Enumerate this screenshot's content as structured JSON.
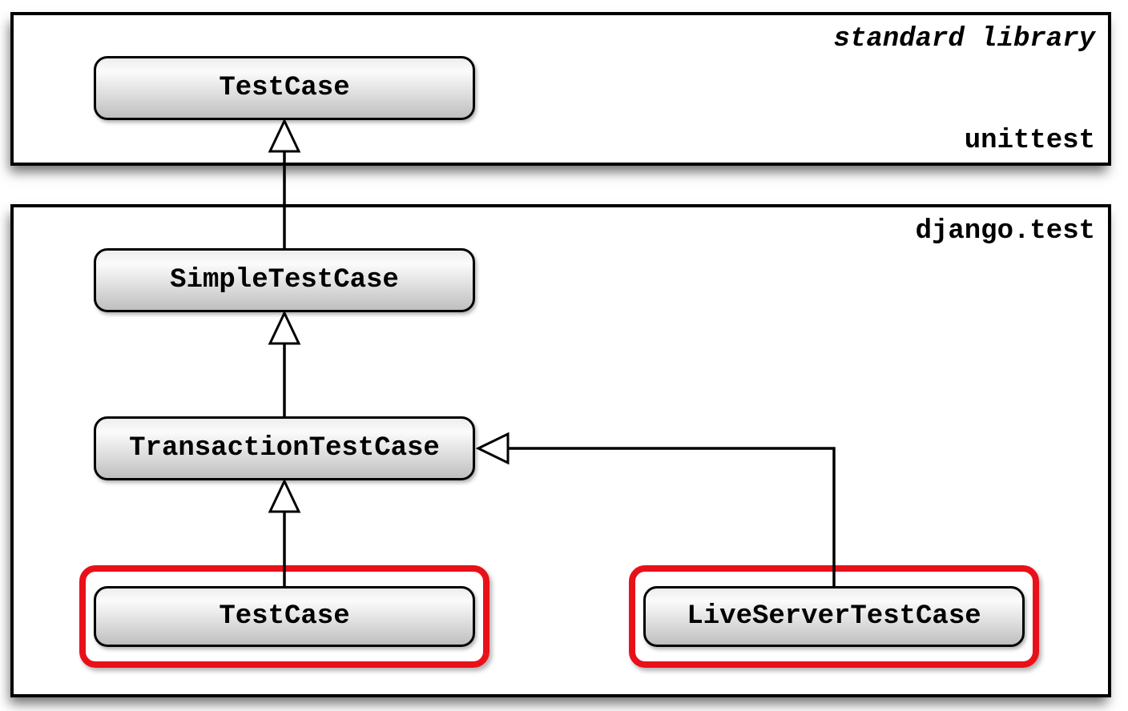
{
  "diagram": {
    "packages": [
      {
        "category_label": "standard library",
        "module_label": "unittest"
      },
      {
        "module_label": "django.test"
      }
    ],
    "classes": [
      {
        "label": "TestCase",
        "package": "unittest",
        "highlighted": false
      },
      {
        "label": "SimpleTestCase",
        "package": "django.test",
        "highlighted": false
      },
      {
        "label": "TransactionTestCase",
        "package": "django.test",
        "highlighted": false
      },
      {
        "label": "TestCase",
        "package": "django.test",
        "highlighted": true
      },
      {
        "label": "LiveServerTestCase",
        "package": "django.test",
        "highlighted": true
      }
    ],
    "inheritance_edges": [
      {
        "child": "django.test.SimpleTestCase",
        "parent": "unittest.TestCase"
      },
      {
        "child": "django.test.TransactionTestCase",
        "parent": "django.test.SimpleTestCase"
      },
      {
        "child": "django.test.TestCase",
        "parent": "django.test.TransactionTestCase"
      },
      {
        "child": "django.test.LiveServerTestCase",
        "parent": "django.test.TransactionTestCase"
      }
    ],
    "colors": {
      "highlight_red": "#e8111a",
      "line_black": "#000000",
      "node_fill_top": "#fbfbfb",
      "node_fill_bottom": "#bfbfbf",
      "background": "#ffffff"
    }
  }
}
